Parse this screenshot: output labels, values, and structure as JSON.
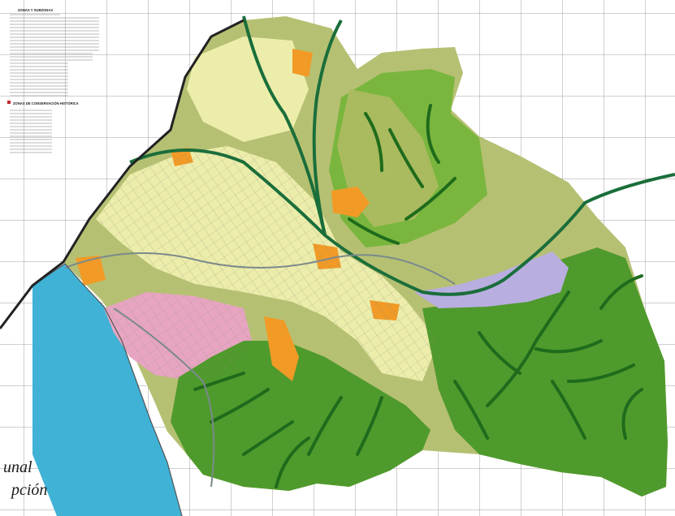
{
  "map": {
    "colors": {
      "sea": "#3fb2d6",
      "hills": "#4f9a2c",
      "green": "#7ab63e",
      "olive": "#b6c073",
      "cream": "#ecedab",
      "pink": "#e7a5c2",
      "orange": "#f29a26",
      "purple": "#b8aee0",
      "river": "#1f6b1c",
      "grid": "#a0a0a0",
      "highway": "#1a6e3a"
    },
    "legend": {
      "heading_1": "ZONAS Y SUBZONAS",
      "heading_2": "ZONAS DE CONSERVACIÓN HISTÓRICA"
    },
    "caption": {
      "line1": "unal",
      "line2": "pción"
    }
  }
}
